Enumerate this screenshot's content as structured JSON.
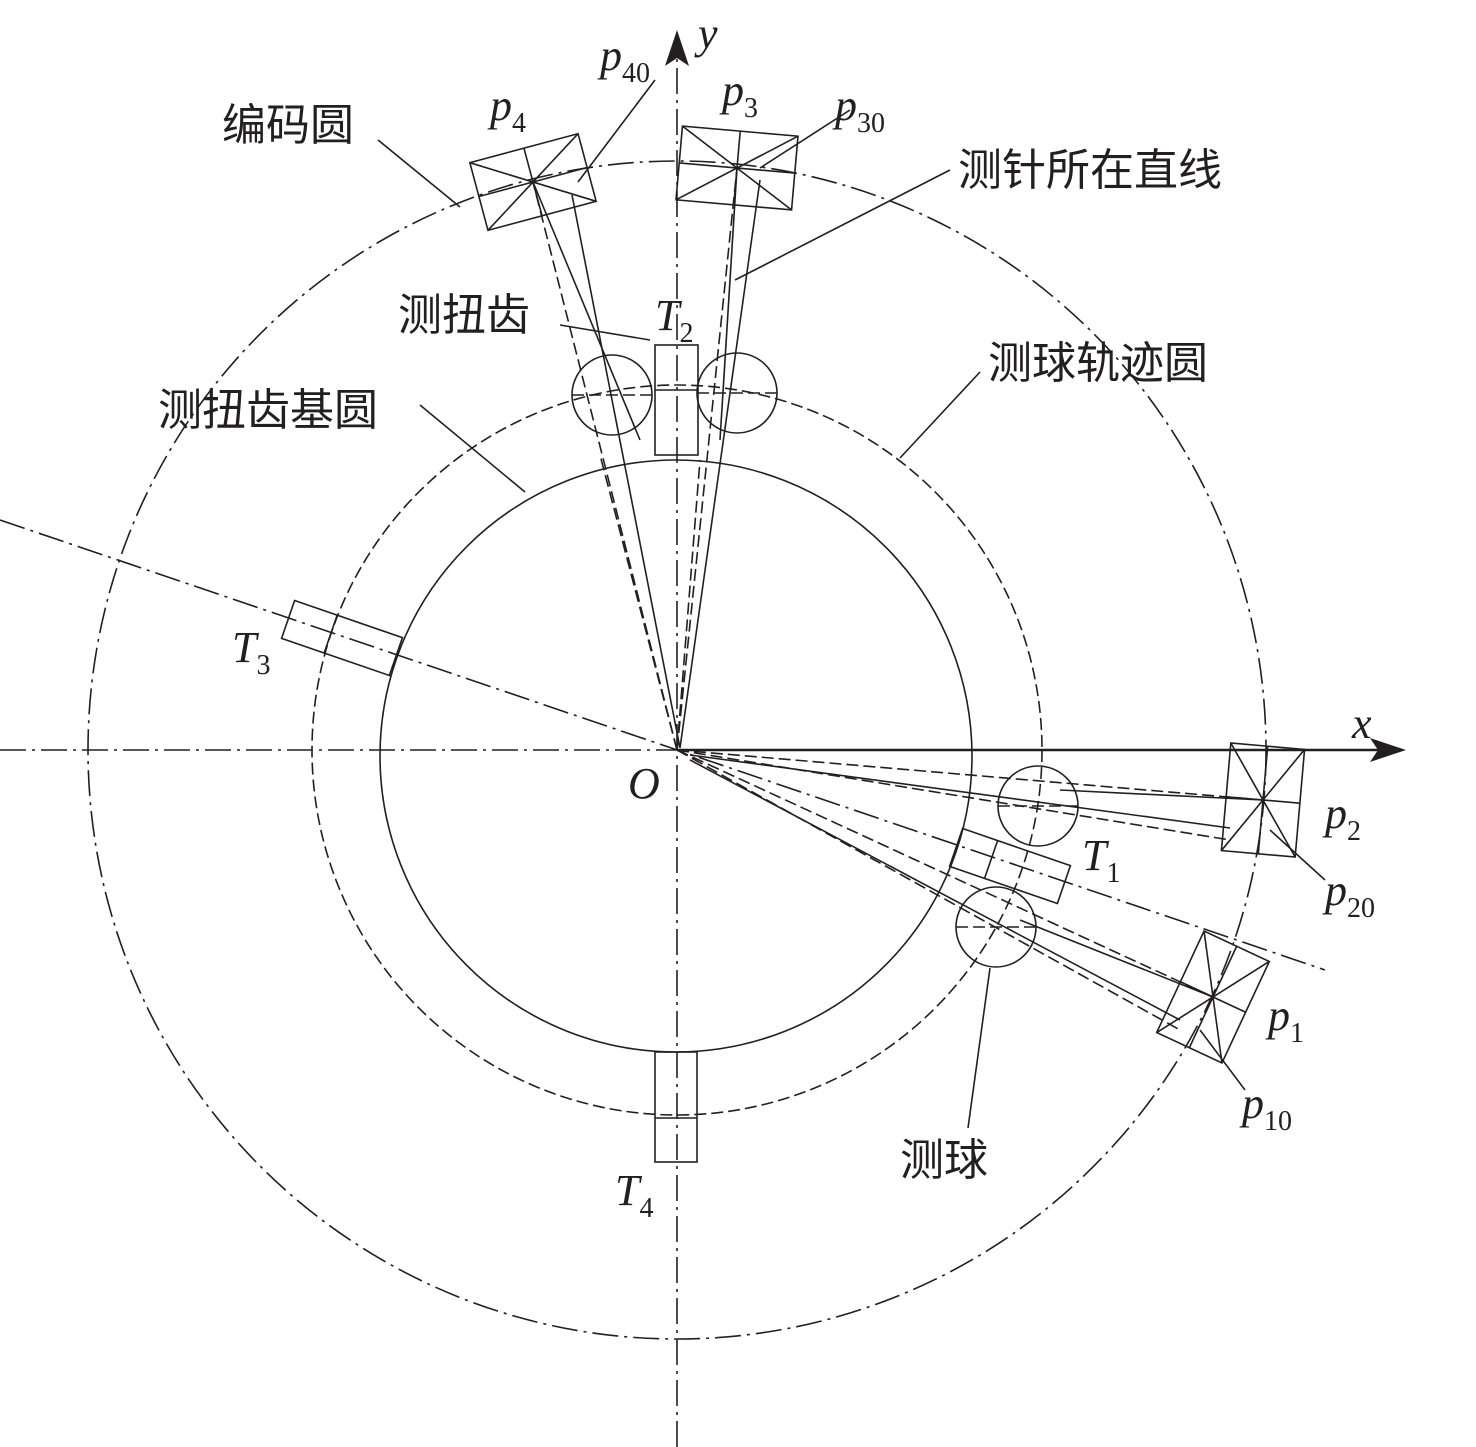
{
  "axes": {
    "x": "x",
    "y": "y",
    "origin": "O"
  },
  "labels": {
    "code_circle": "编码圆",
    "probe_line": "测针所在直线",
    "torsion_tooth": "测扭齿",
    "torsion_base_circle": "测扭齿基圆",
    "ball_track_circle": "测球轨迹圆",
    "probe_ball": "测球"
  },
  "teeth": [
    {
      "letter": "T",
      "sub": "1"
    },
    {
      "letter": "T",
      "sub": "2"
    },
    {
      "letter": "T",
      "sub": "3"
    },
    {
      "letter": "T",
      "sub": "4"
    }
  ],
  "points": [
    {
      "letter": "p",
      "sub": "1"
    },
    {
      "letter": "p",
      "sub": "10"
    },
    {
      "letter": "p",
      "sub": "2"
    },
    {
      "letter": "p",
      "sub": "20"
    },
    {
      "letter": "p",
      "sub": "3"
    },
    {
      "letter": "p",
      "sub": "30"
    },
    {
      "letter": "p",
      "sub": "4"
    },
    {
      "letter": "p",
      "sub": "40"
    }
  ]
}
